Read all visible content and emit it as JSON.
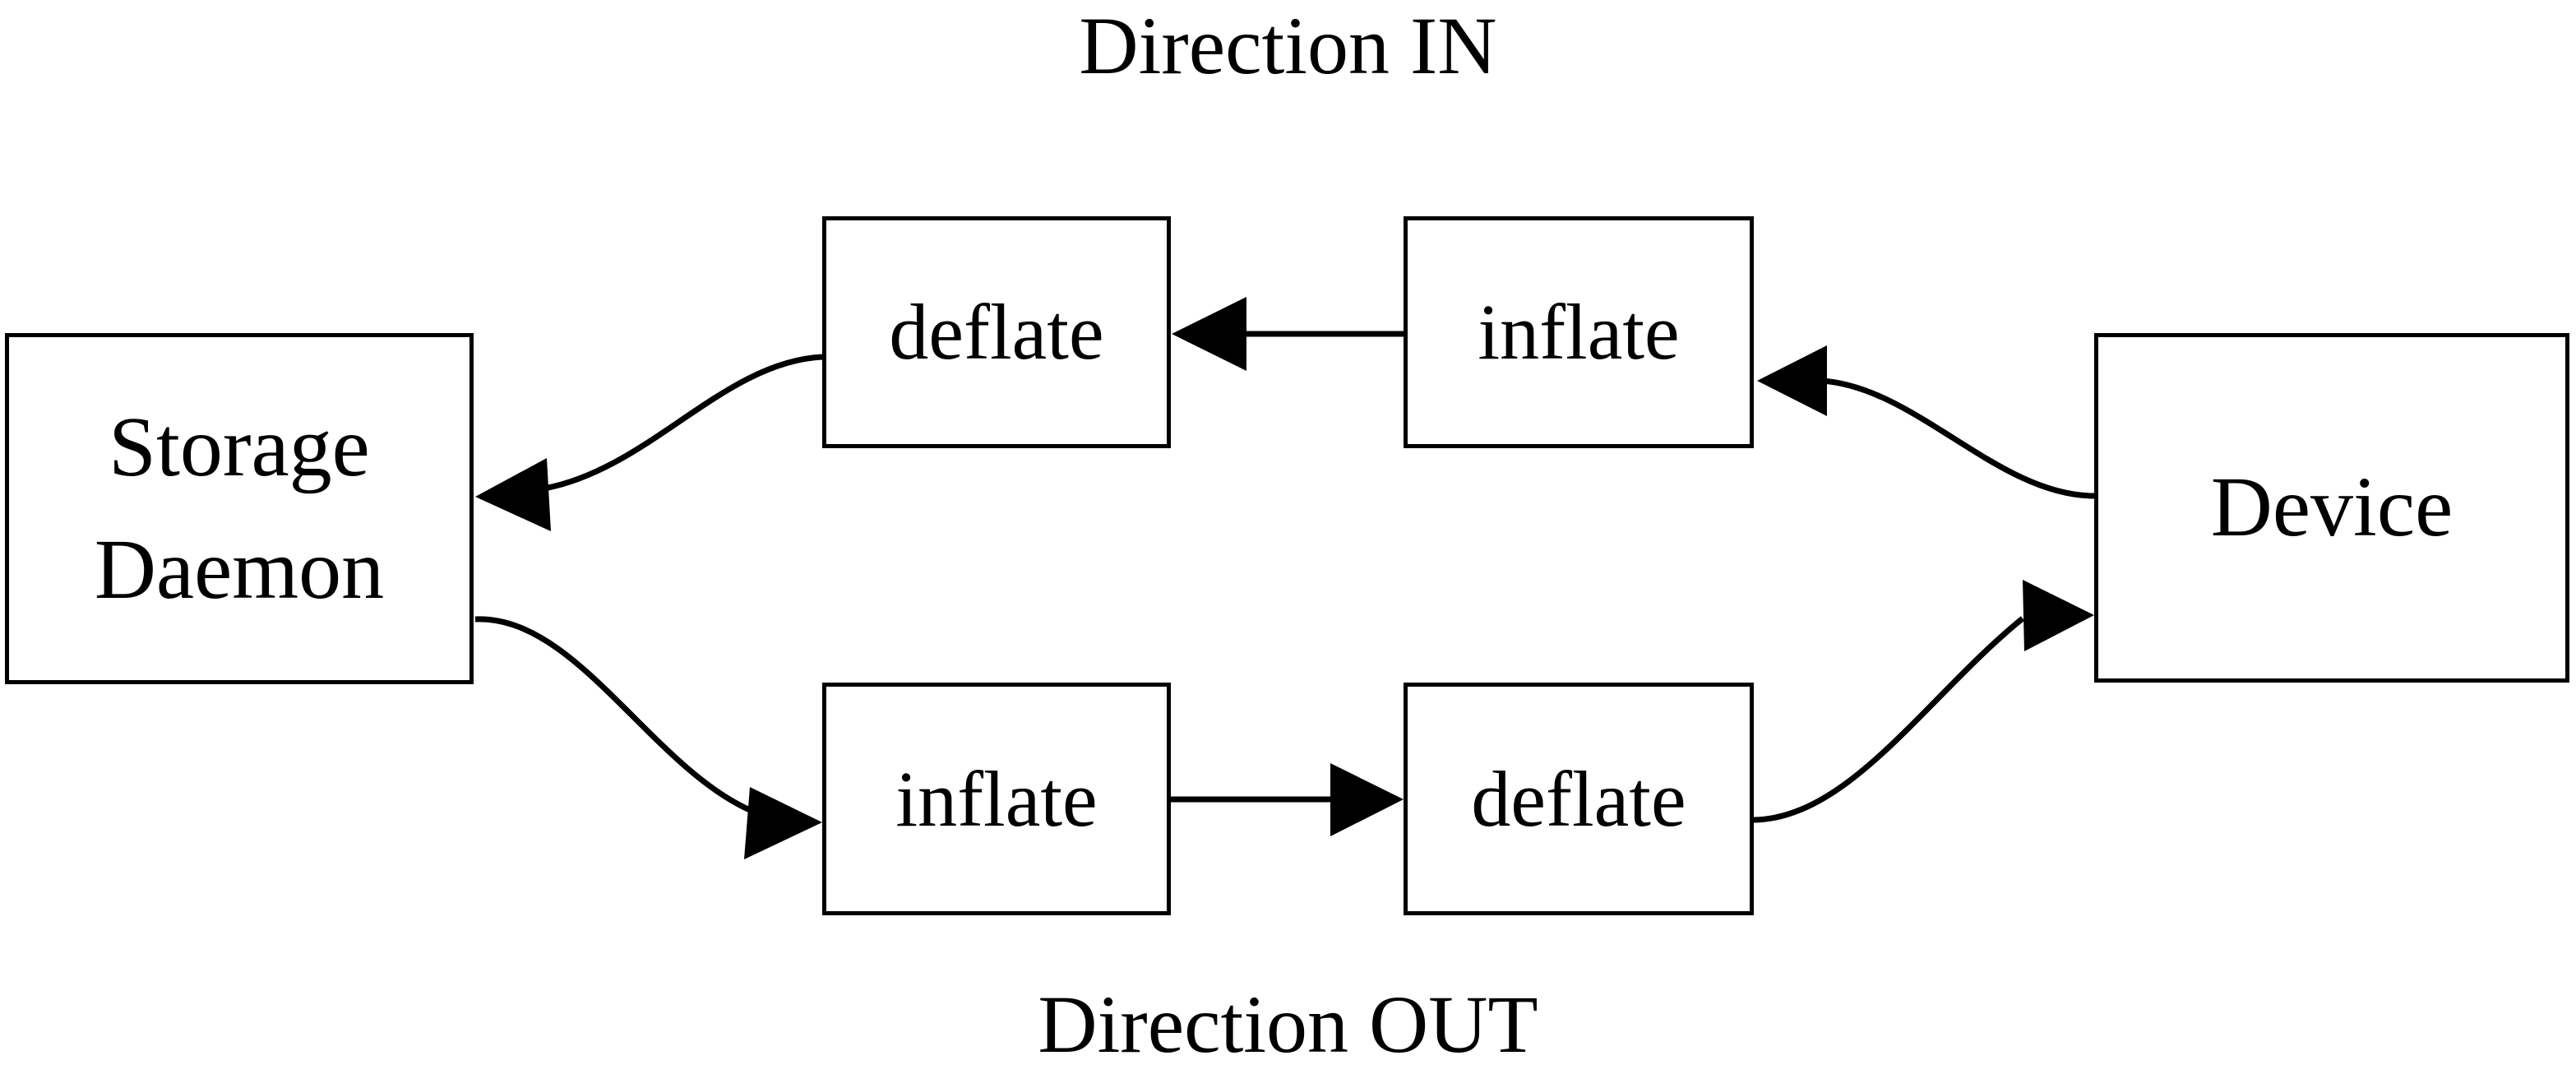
{
  "diagram": {
    "title_top": "Direction IN",
    "title_bottom": "Direction OUT",
    "stroke_color": "#000000",
    "background_color": "#ffffff",
    "nodes": [
      {
        "id": "storage-daemon",
        "label_line1": "Storage",
        "label_line2": "Daemon"
      },
      {
        "id": "device",
        "label": "Device"
      },
      {
        "id": "deflate-in",
        "label": "deflate"
      },
      {
        "id": "inflate-in",
        "label": "inflate"
      },
      {
        "id": "inflate-out",
        "label": "inflate"
      },
      {
        "id": "deflate-out",
        "label": "deflate"
      }
    ],
    "edges": [
      {
        "id": "device-to-inflate-in",
        "from": "device",
        "to": "inflate-in",
        "style": "curved",
        "arrow": "left"
      },
      {
        "id": "inflate-in-to-deflate-in",
        "from": "inflate-in",
        "to": "deflate-in",
        "style": "straight",
        "arrow": "left"
      },
      {
        "id": "deflate-in-to-storage-daemon",
        "from": "deflate-in",
        "to": "storage-daemon",
        "style": "curved",
        "arrow": "left"
      },
      {
        "id": "storage-daemon-to-inflate-out",
        "from": "storage-daemon",
        "to": "inflate-out",
        "style": "curved",
        "arrow": "right"
      },
      {
        "id": "inflate-out-to-deflate-out",
        "from": "inflate-out",
        "to": "deflate-out",
        "style": "straight",
        "arrow": "right"
      },
      {
        "id": "deflate-out-to-device",
        "from": "deflate-out",
        "to": "device",
        "style": "curved",
        "arrow": "right"
      }
    ]
  }
}
